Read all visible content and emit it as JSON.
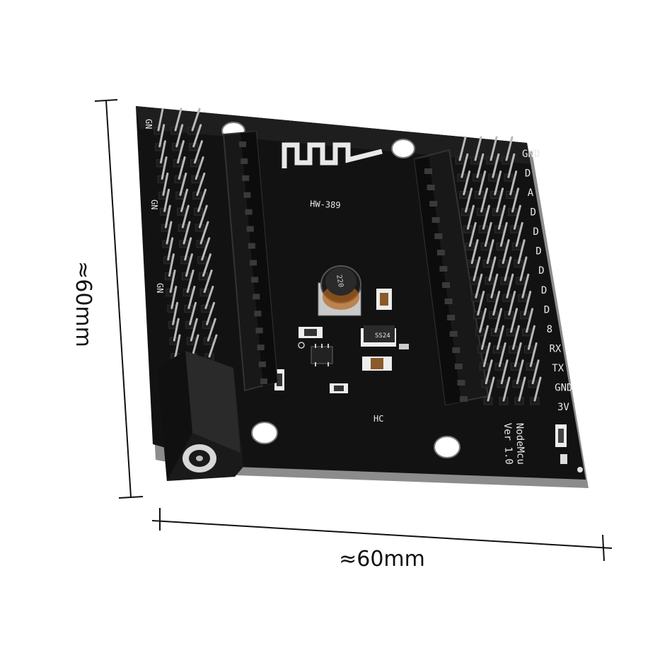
{
  "dimensions": {
    "height_label": "≈60mm",
    "width_label": "≈60mm"
  },
  "board": {
    "model_label": "HW-389",
    "chip_label": "HC",
    "product_label_1": "NodeMcu",
    "product_label_2": "Ver 1.0",
    "diode_label": "SS24",
    "left_pin_labels": [
      "GN",
      "GN",
      "GN"
    ],
    "right_pin_labels": [
      "GND",
      "D",
      "A",
      "D",
      "D",
      "D",
      "D",
      "D",
      "D",
      "8",
      "RX",
      "TX",
      "GND",
      "3V"
    ],
    "colors": {
      "pcb": "#121212",
      "silkscreen": "#e8e8e8",
      "header_metal": "#b8b8b8",
      "background": "#ffffff"
    }
  }
}
